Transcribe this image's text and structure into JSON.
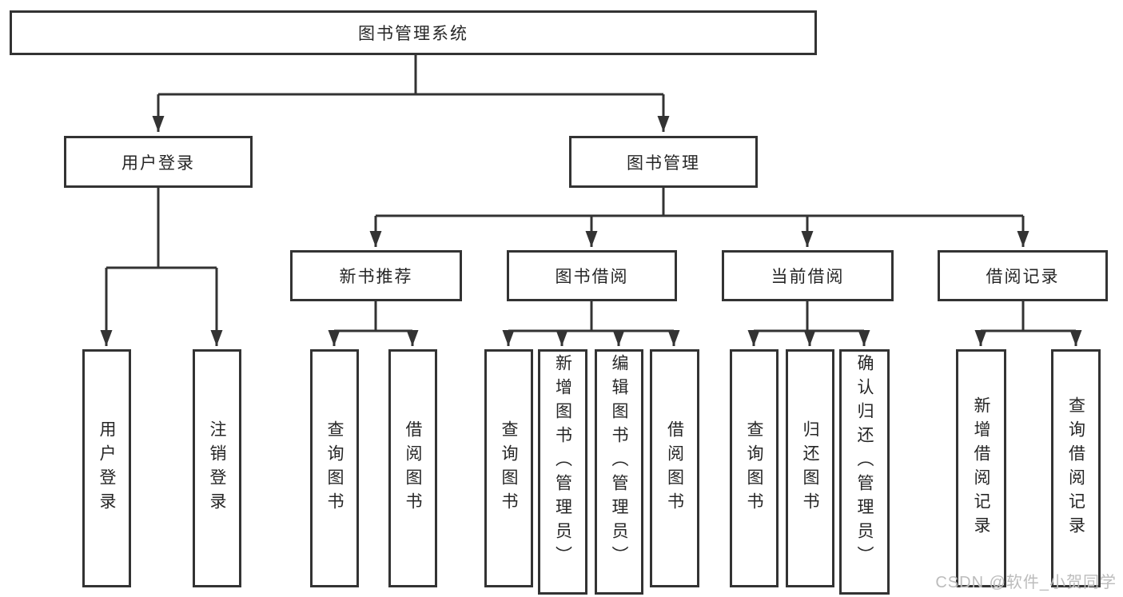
{
  "diagram": {
    "root_label": "图书管理系统",
    "level2": [
      "用户登录",
      "图书管理"
    ],
    "level3": [
      "新书推荐",
      "图书借阅",
      "当前借阅",
      "借阅记录"
    ],
    "leaves": [
      "用户登录",
      "注销登录",
      "查询图书",
      "借阅图书",
      "查询图书",
      "新增图书（管理员）",
      "编辑图书（管理员）",
      "借阅图书",
      "查询图书",
      "归还图书",
      "确认归还（管理员）",
      "新增借阅记录",
      "查询借阅记录"
    ],
    "watermark": "CSDN @软件_小贺同学",
    "colors": {
      "line": "#333333",
      "box_border": "#333333",
      "text": "#262626",
      "watermark": "#b0b0b0",
      "background": "#ffffff"
    }
  }
}
